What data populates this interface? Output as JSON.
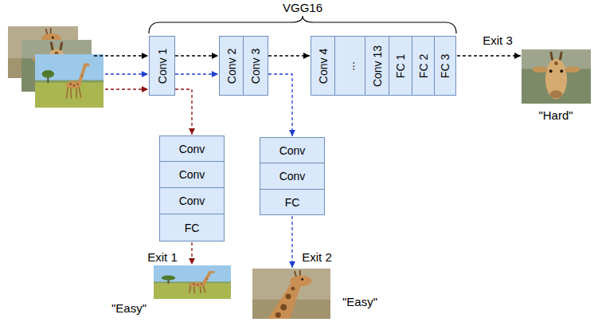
{
  "diagram": {
    "nodes": [
      {
        "text": [
          "Conv 1"
        ]
      },
      {
        "text": [
          "Conv 2"
        ]
      },
      {
        "text": [
          "Conv 3"
        ]
      },
      {
        "text": [
          "Conv 4"
        ]
      },
      {
        "text": [
          "..."
        ]
      },
      {
        "text": [
          "Conv 13"
        ]
      },
      {
        "text": [
          "FC 1"
        ]
      },
      {
        "text": [
          "FC 2"
        ]
      },
      {
        "text": [
          "FC 3"
        ]
      },
      {
        "text": [
          "Conv"
        ]
      },
      {
        "text": [
          "Conv"
        ]
      },
      {
        "text": [
          "Conv"
        ]
      },
      {
        "text": [
          "FC"
        ]
      },
      {
        "text": [
          "Conv"
        ]
      },
      {
        "text": [
          "Conv"
        ]
      },
      {
        "text": [
          "FC"
        ]
      }
    ],
    "edges": [
      {
        "from": 0,
        "to": 1,
        "arrow": "to"
      },
      {
        "from": 0,
        "to": 1,
        "arrow": "to"
      },
      {
        "from": 2,
        "to": 3,
        "arrow": "to"
      },
      {
        "from": 0,
        "to": 9,
        "arrow": "to"
      },
      {
        "from": 2,
        "to": 13,
        "arrow": "to"
      }
    ],
    "labels": [
      "VGG16",
      "Exit 3",
      "\"Hard\"",
      "Exit 1",
      "\"Easy\"",
      "Exit 2",
      "\"Easy\""
    ]
  }
}
